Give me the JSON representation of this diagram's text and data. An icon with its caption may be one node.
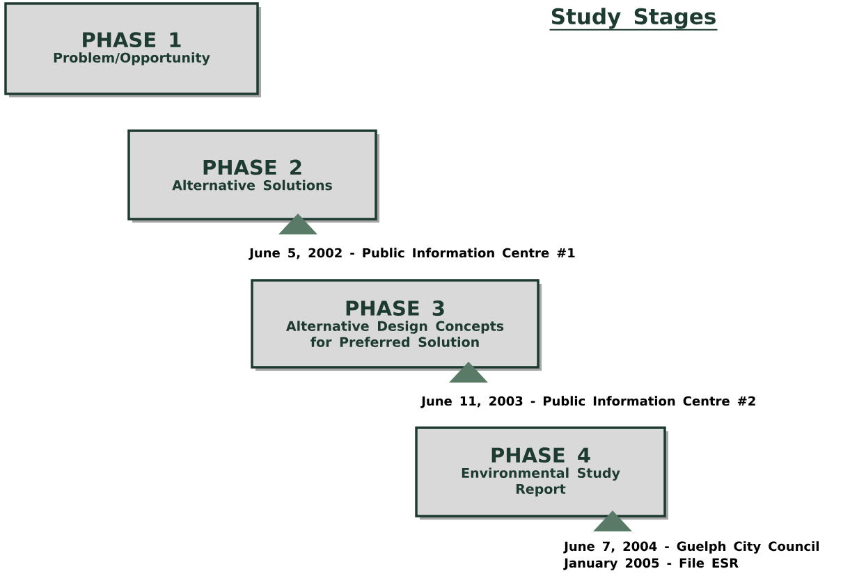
{
  "diagram": {
    "title": "Study Stages",
    "nodes": [
      {
        "text": [
          "PHASE 1",
          "Problem/Opportunity"
        ]
      },
      {
        "text": [
          "PHASE 2",
          "Alternative Solutions"
        ],
        "beside": [
          "June 5, 2002 - Public Information Centre #1"
        ]
      },
      {
        "text": [
          "PHASE 3",
          "Alternative Design Concepts for Preferred Solution"
        ],
        "beside": [
          "June 11, 2003 - Public Information Centre #2"
        ]
      },
      {
        "text": [
          "PHASE 4",
          "Environmental Study Report"
        ],
        "beside": [
          "June 7, 2004 - Guelph City Council",
          "January 2005 - File ESR"
        ]
      }
    ]
  }
}
